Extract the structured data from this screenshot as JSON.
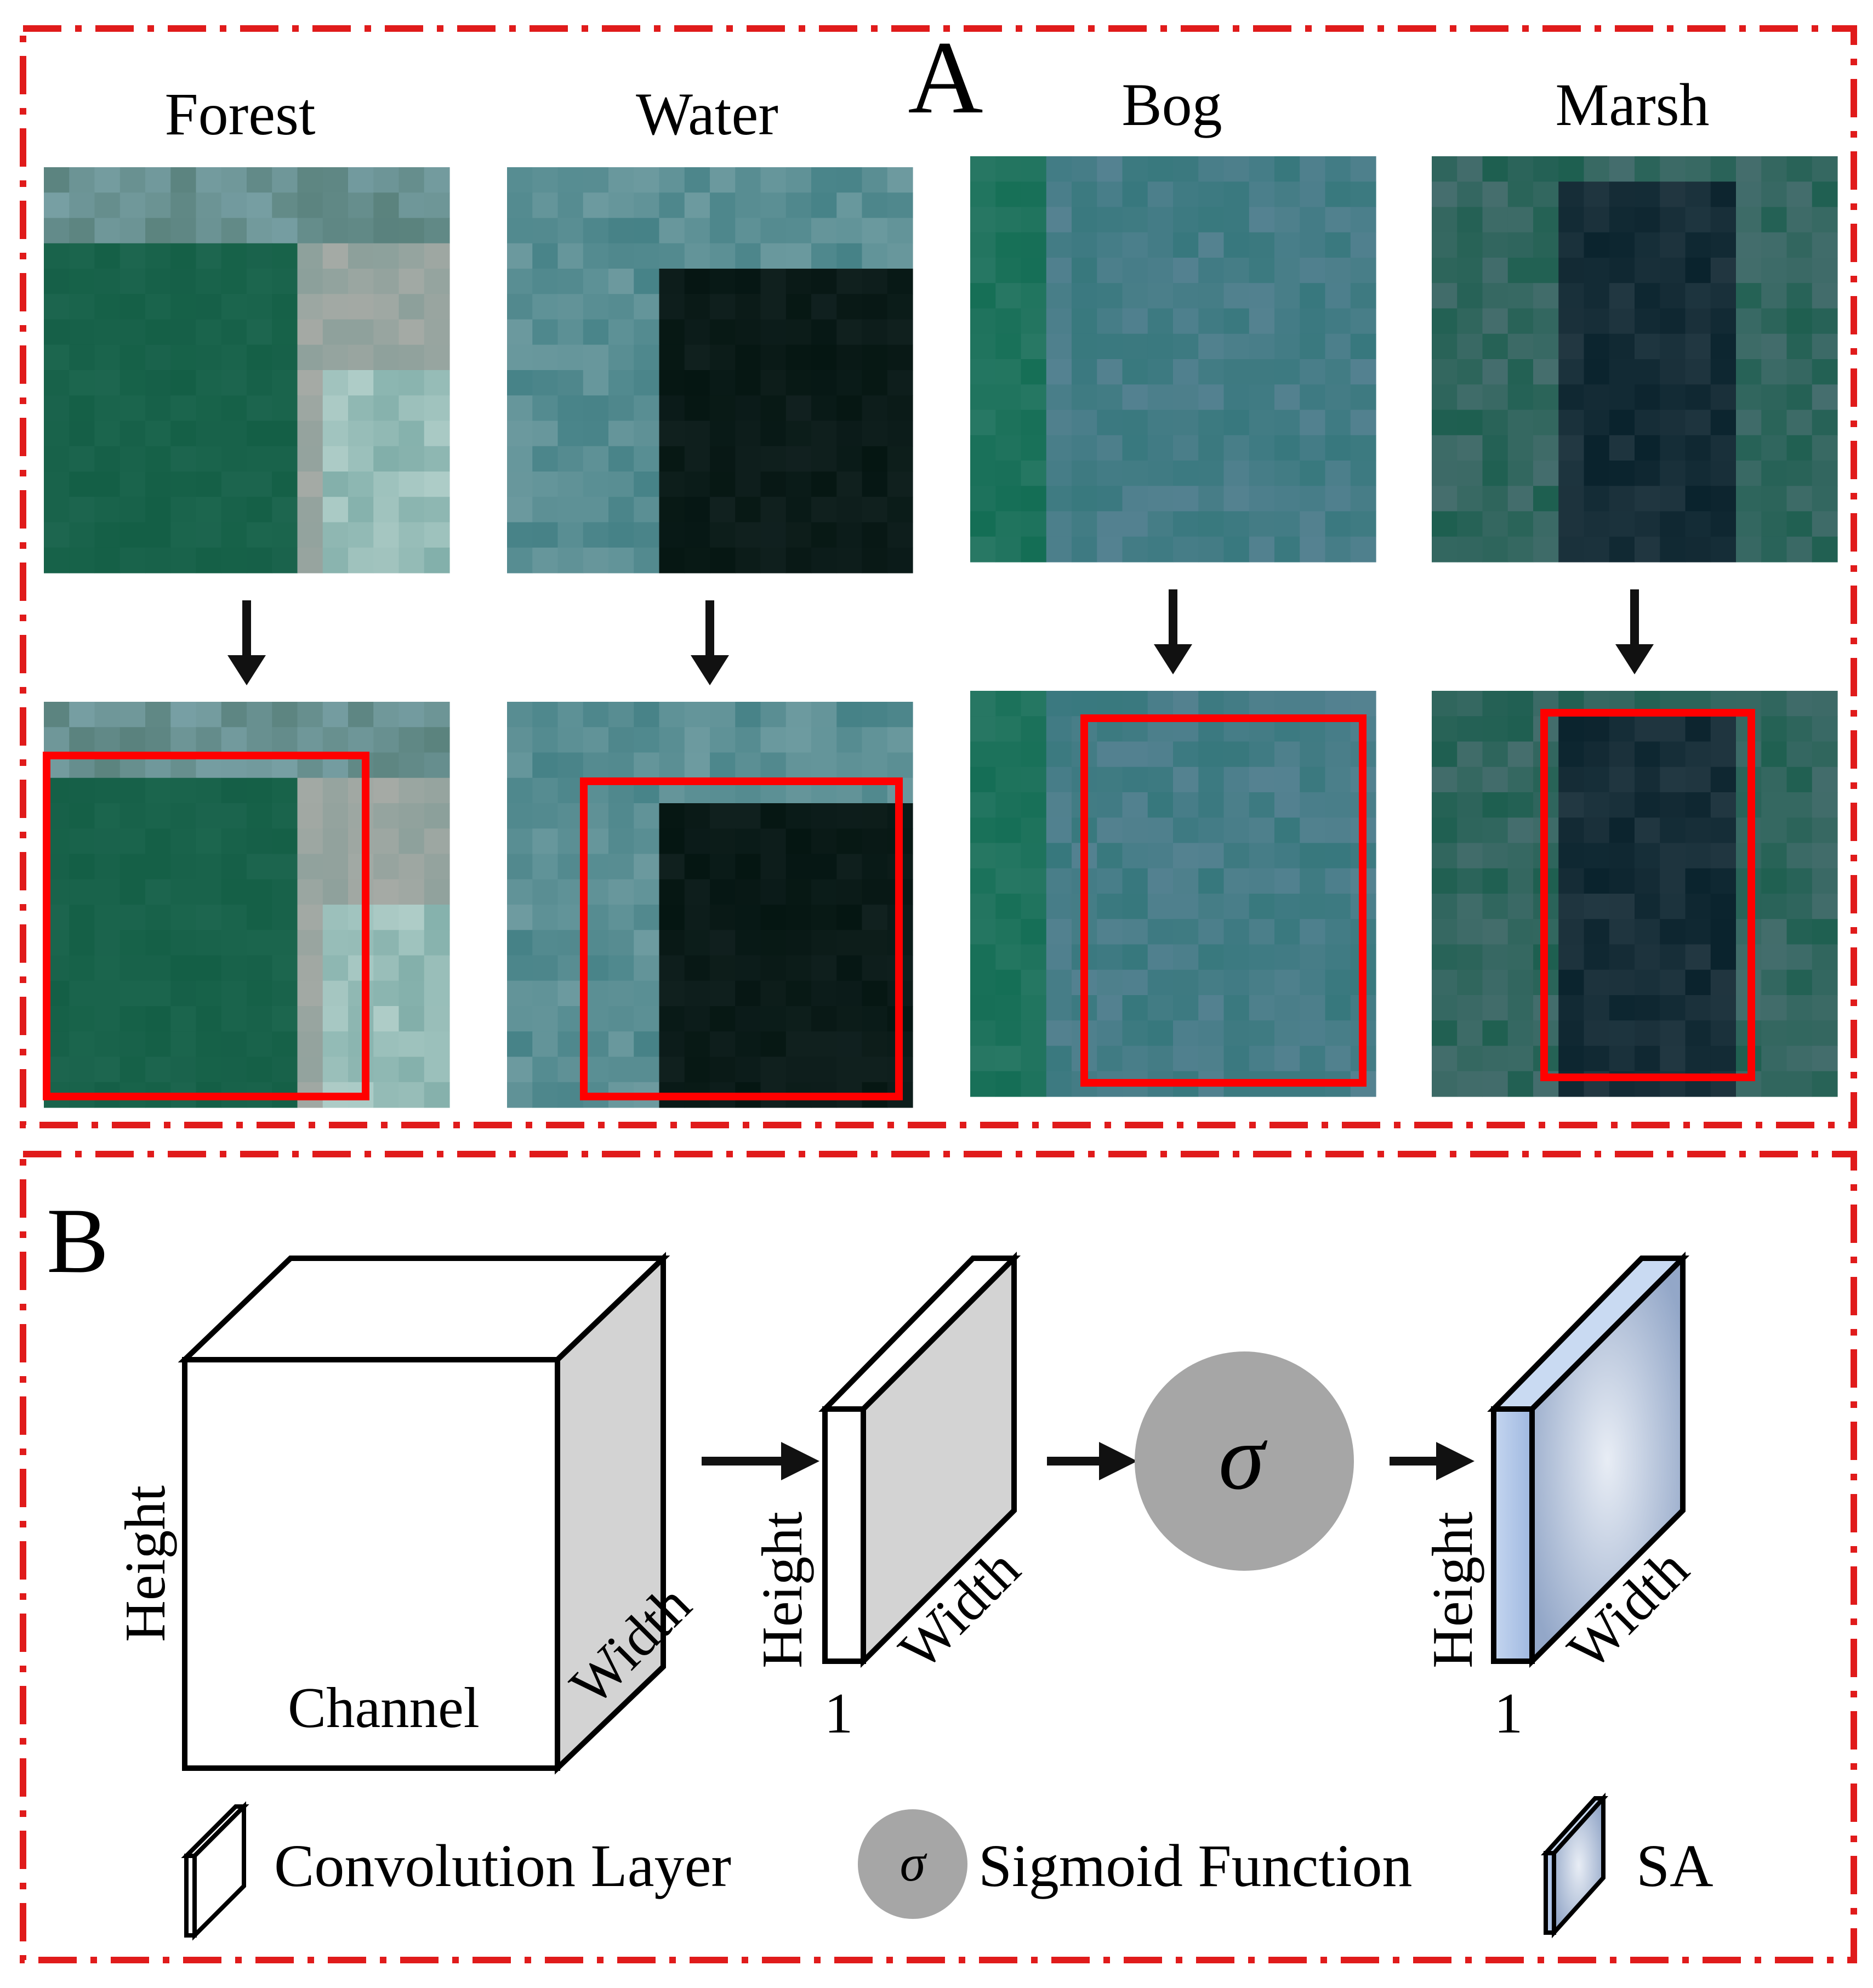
{
  "panel_a": {
    "label": "A",
    "columns": [
      {
        "name": "Forest"
      },
      {
        "name": "Water"
      },
      {
        "name": "Bog"
      },
      {
        "name": "Marsh"
      }
    ],
    "colors": {
      "frame": "#e01b1b",
      "attention_box": "#ff0000",
      "arrow": "#111111"
    }
  },
  "panel_b": {
    "label": "B",
    "input_block": {
      "height": "Height",
      "channel": "Channel",
      "width": "Width"
    },
    "conv_block": {
      "height": "Height",
      "width": "Width",
      "depth": "1"
    },
    "sigmoid_symbol": "σ",
    "output_block": {
      "height": "Height",
      "width": "Width",
      "depth": "1"
    },
    "legend": [
      {
        "icon": "convolution-layer-icon",
        "label": "Convolution Layer"
      },
      {
        "icon": "sigmoid-icon",
        "symbol": "σ",
        "label": "Sigmoid Function"
      },
      {
        "icon": "sa-icon",
        "label": "SA"
      }
    ],
    "colors": {
      "block_side": "#d3d3d3",
      "sigmoid_fill": "#a6a6a6",
      "sa_fill": "#bcd0ec",
      "frame": "#e01b1b"
    }
  }
}
